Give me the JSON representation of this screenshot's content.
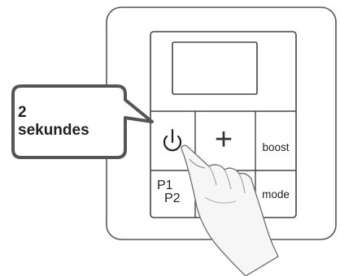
{
  "callout": {
    "line1": "2",
    "line2": "sekundes"
  },
  "buttons": {
    "power_icon": "power-icon",
    "plus": "+",
    "boost": "boost",
    "mode": "mode",
    "p1": "P1",
    "p2": "P2"
  },
  "colors": {
    "outline": "#444444",
    "frame": "#555555",
    "background": "#ffffff"
  }
}
